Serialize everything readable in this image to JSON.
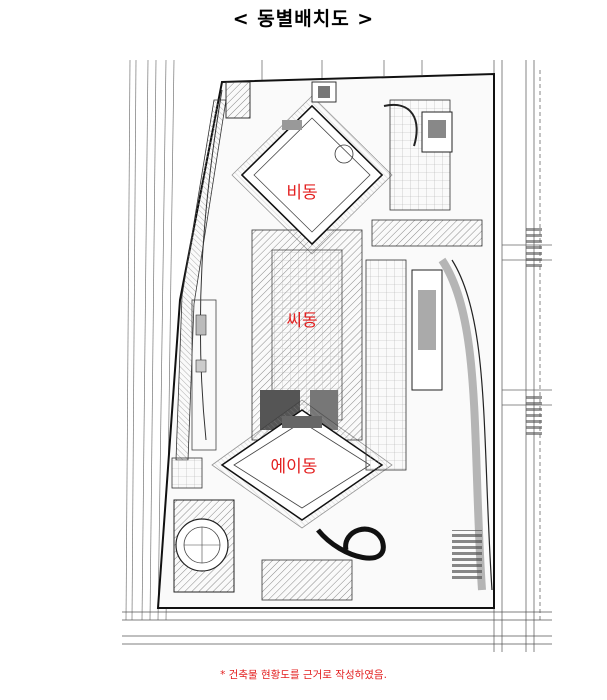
{
  "title": "< 동별배치도 >",
  "buildings": {
    "b": "비동",
    "c": "씨동",
    "a": "에이동"
  },
  "footnote": "* 건축물 현황도를 근거로 작성하였음.",
  "colors": {
    "label": "#e32020",
    "line": "#222222",
    "hatch": "#8a8a8a"
  }
}
